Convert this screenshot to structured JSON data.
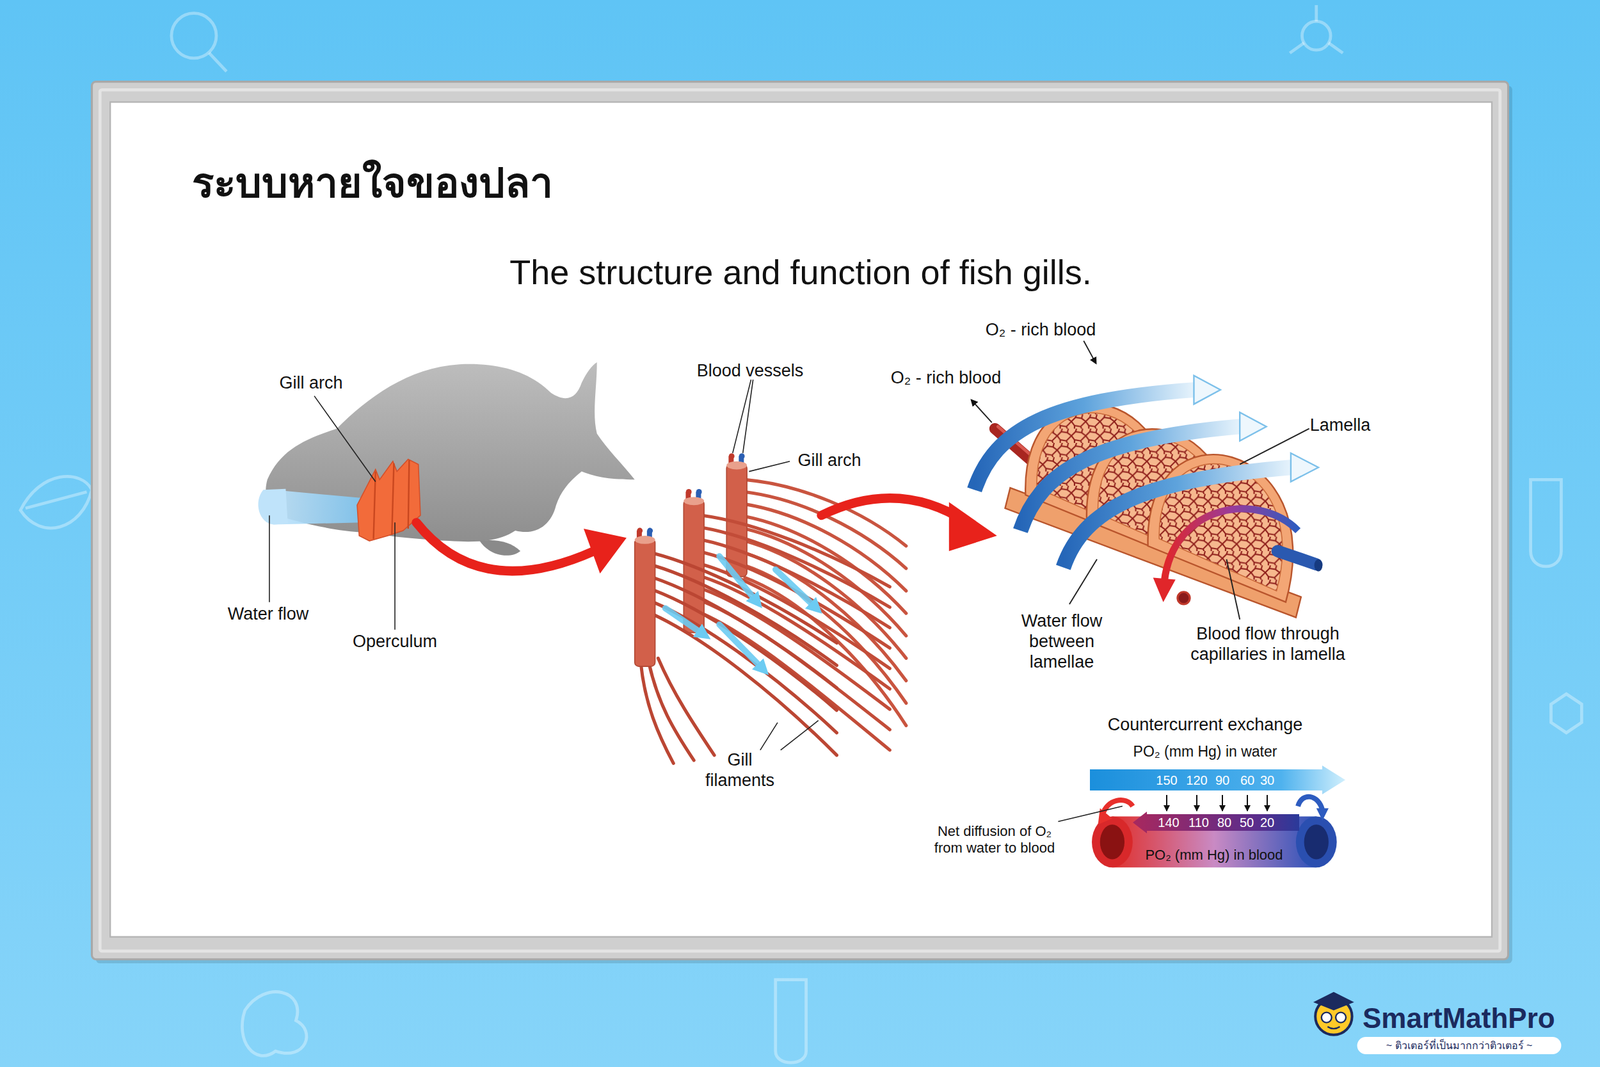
{
  "diagram": {
    "title": "ระบบหายใจของปลา",
    "nodes": [
      {
        "text": [
          "150",
          "120",
          "90",
          "60",
          "30"
        ]
      },
      {
        "text": [
          "140",
          "110",
          "80",
          "50",
          "20"
        ]
      }
    ],
    "edges": [
      {
        "from": 0,
        "to": 1,
        "arrow": "to"
      },
      {
        "from": 0,
        "to": 1,
        "arrow": "to"
      },
      {
        "from": 0,
        "to": 1,
        "arrow": "to"
      },
      {
        "from": 0,
        "to": 1,
        "arrow": "to"
      },
      {
        "from": 0,
        "to": 1,
        "arrow": "to"
      }
    ],
    "labels": [
      "The structure and function of fish gills.",
      "Gill arch",
      "Water flow",
      "Operculum",
      "Blood vessels",
      "Gill arch",
      "Gill filaments",
      "O₂ - rich blood",
      "O₂ - rich blood",
      "Lamella",
      "Water flow between lamellae",
      "Blood flow through capillaries in lamella",
      "Countercurrent exchange",
      "PO₂ (mm Hg) in water",
      "Net diffusion of O₂ from water to blood",
      "PO₂ (mm Hg) in blood",
      "SmartMathPro",
      "~ ติวเตอร์ที่เป็นมากกว่าติวเตอร์ ~"
    ]
  }
}
